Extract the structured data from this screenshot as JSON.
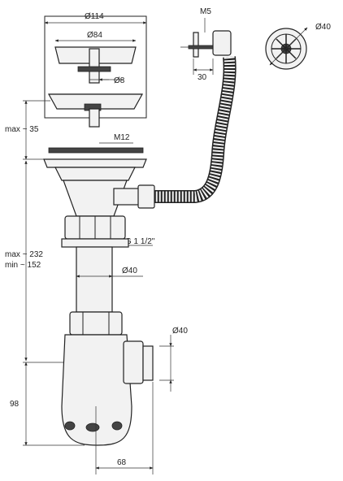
{
  "drawing": {
    "labels": {
      "d114": "Ø114",
      "d84": "Ø84",
      "d8": "Ø8",
      "m5": "M5",
      "d40_top": "Ø40",
      "w30": "30",
      "max35": "max ~ 35",
      "m12": "M12",
      "g112": "G 1 1/2\"",
      "max232": "max ~ 232",
      "min152": "min ~ 152",
      "d40_mid": "Ø40",
      "d40_trap": "Ø40",
      "h98": "98",
      "w68": "68"
    },
    "colors": {
      "line": "#222222",
      "fill": "#f2f2f2",
      "dark": "#444444"
    }
  }
}
